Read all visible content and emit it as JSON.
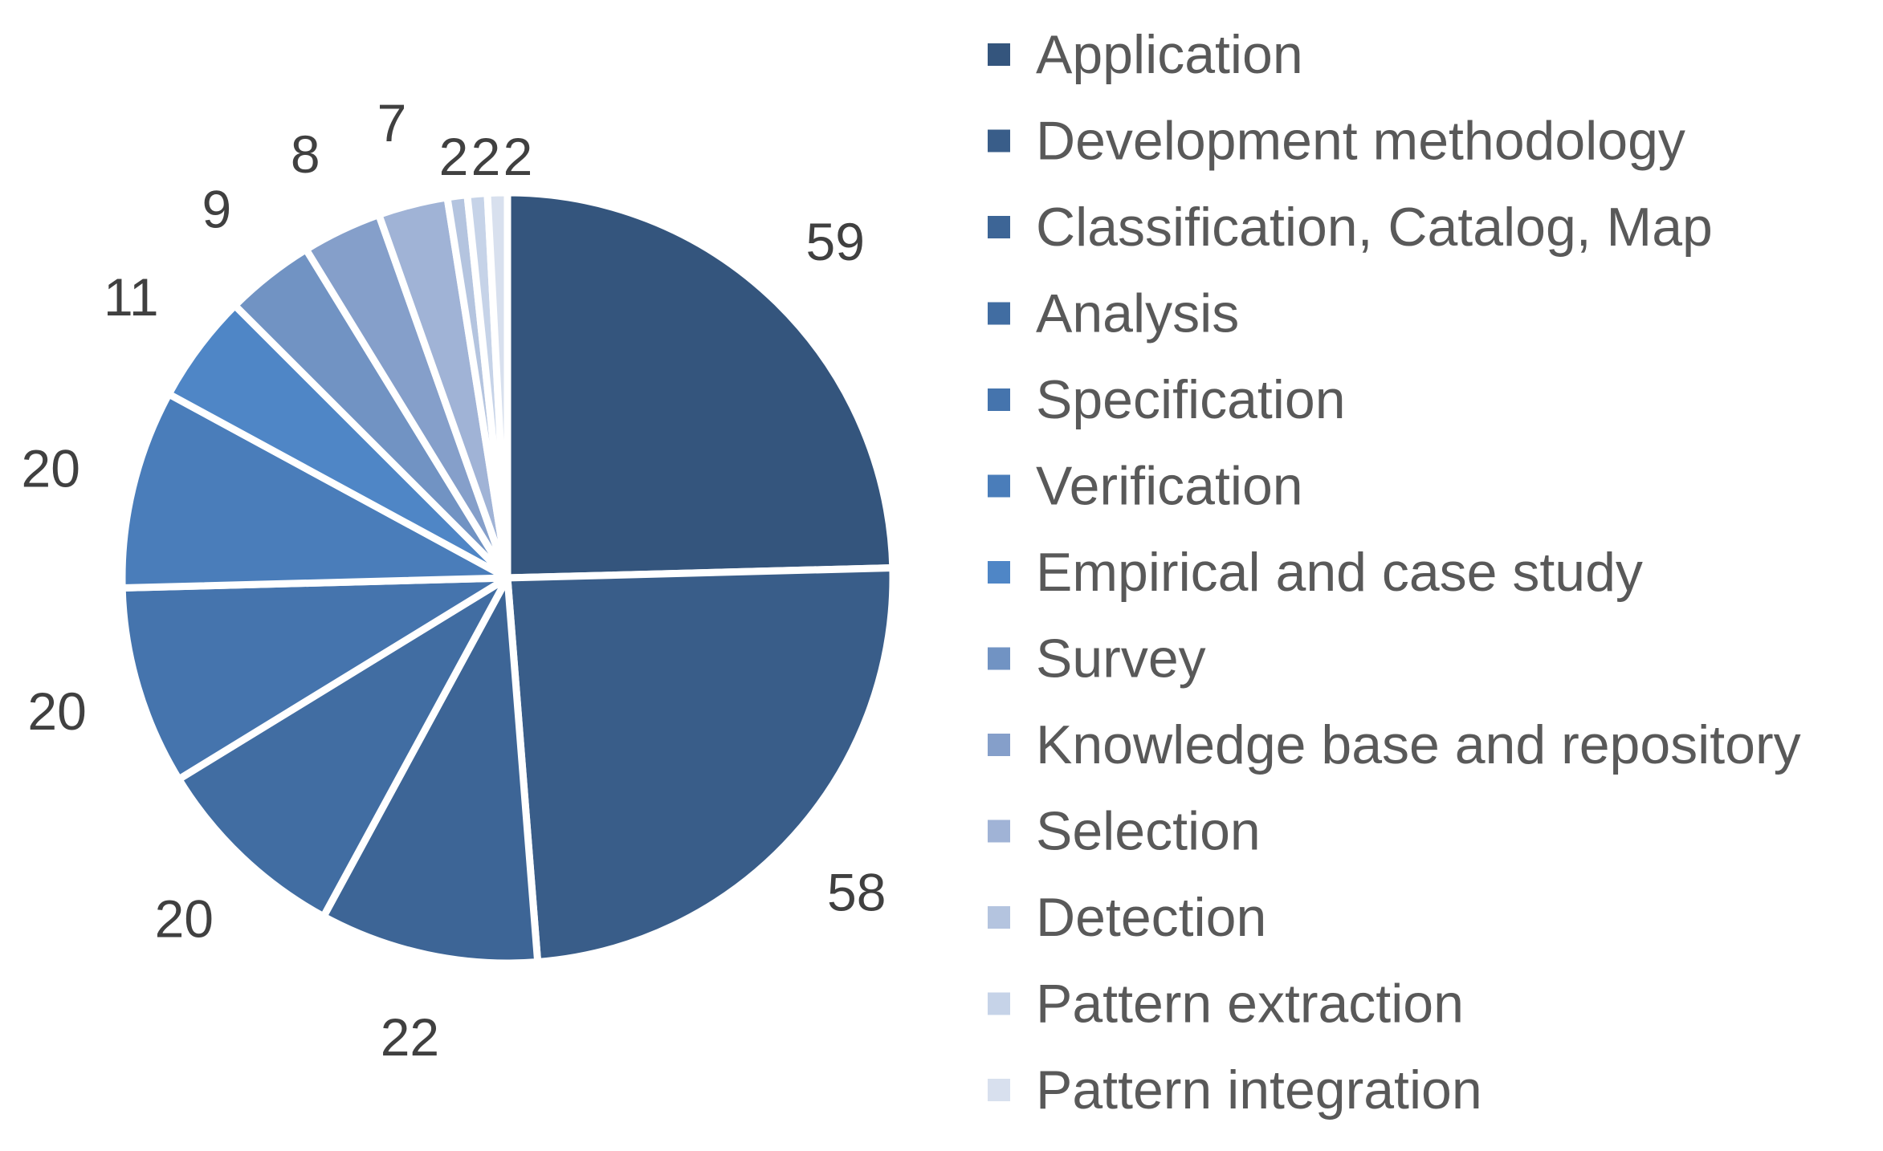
{
  "chart_data": {
    "type": "pie",
    "categories": [
      "Application",
      "Development methodology",
      "Classification, Catalog, Map",
      "Analysis",
      "Specification",
      "Verification",
      "Empirical and case study",
      "Survey",
      "Knowledge base and repository",
      "Selection",
      "Detection",
      "Pattern extraction",
      "Pattern integration"
    ],
    "values": [
      59,
      58,
      22,
      20,
      20,
      20,
      11,
      9,
      8,
      7,
      2,
      2,
      2
    ],
    "data_labels": [
      "59",
      "58",
      "22",
      "20",
      "20",
      "20",
      "11",
      "9",
      "8",
      "7",
      "2",
      "2",
      "2"
    ],
    "colors": [
      "#34557D",
      "#395D89",
      "#3D6596",
      "#416DA2",
      "#4574AD",
      "#4A7DBA",
      "#4F86C6",
      "#7193C3",
      "#859FCA",
      "#A0B3D6",
      "#B4C4DF",
      "#C6D3E8",
      "#D8E0EE"
    ],
    "legend_position": "right",
    "title": "",
    "start_angle": "12 o'clock",
    "direction": "clockwise"
  }
}
